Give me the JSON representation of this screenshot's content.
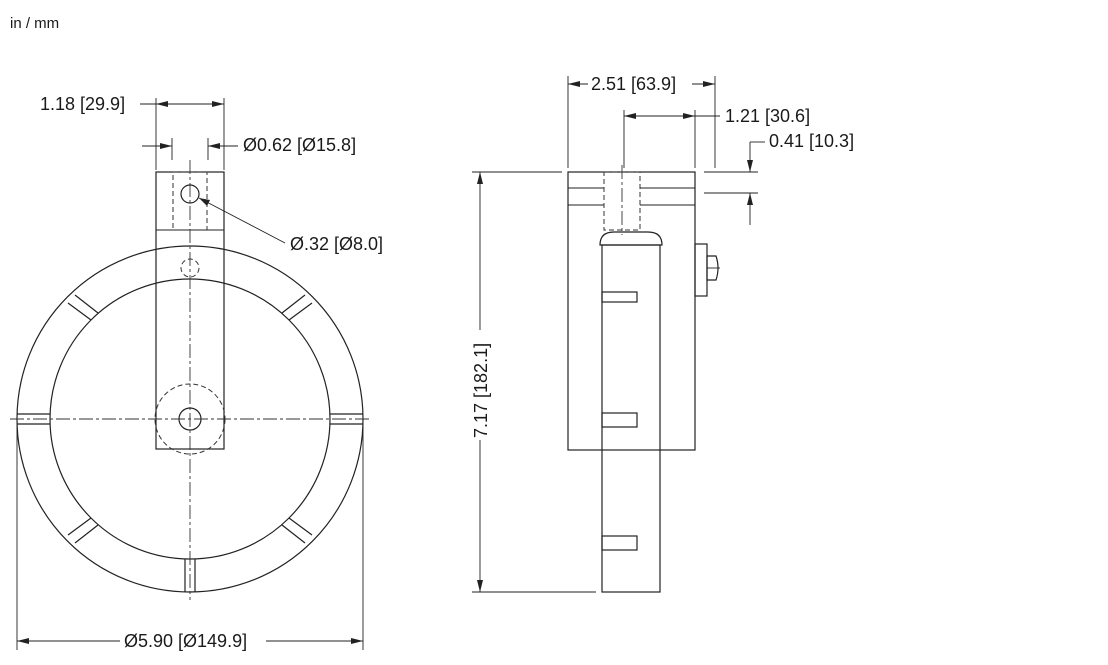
{
  "units_label": "in / mm",
  "dimensions": {
    "slot_width": "1.18 [29.9]",
    "pin_diameter": "Ø0.62 [Ø15.8]",
    "hole_diameter": "Ø.32 [Ø8.0]",
    "outer_diameter": "Ø5.90 [Ø149.9]",
    "clamp_width": "2.51 [63.9]",
    "arm_offset": "1.21 [30.6]",
    "hole_offset": "0.41 [10.3]",
    "overall_height": "7.17 [182.1]"
  }
}
